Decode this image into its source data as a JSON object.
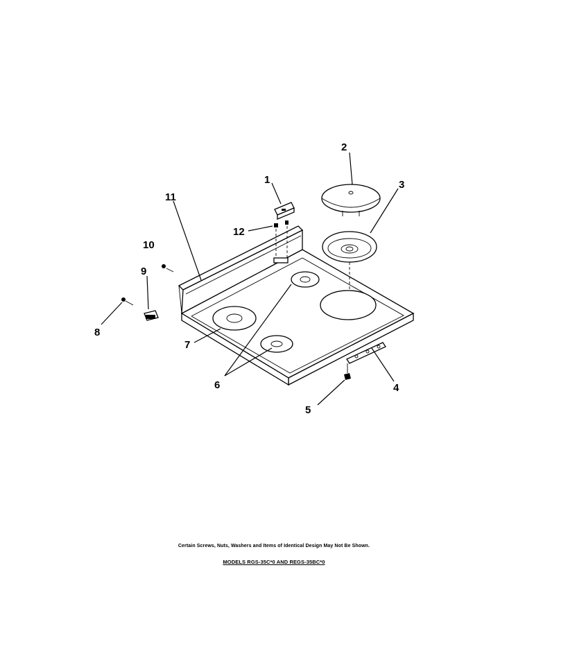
{
  "callouts": {
    "c1": "1",
    "c2": "2",
    "c3": "3",
    "c4": "4",
    "c5": "5",
    "c6": "6",
    "c7": "7",
    "c8": "8",
    "c9": "9",
    "c10": "10",
    "c11": "11",
    "c12": "12"
  },
  "notes": {
    "disclaimer": "Certain Screws, Nuts, Washers and Items of Identical Design May Not Be Shown.",
    "models": "MODELS RGS-35C*0 AND REGS-35BC*0"
  }
}
